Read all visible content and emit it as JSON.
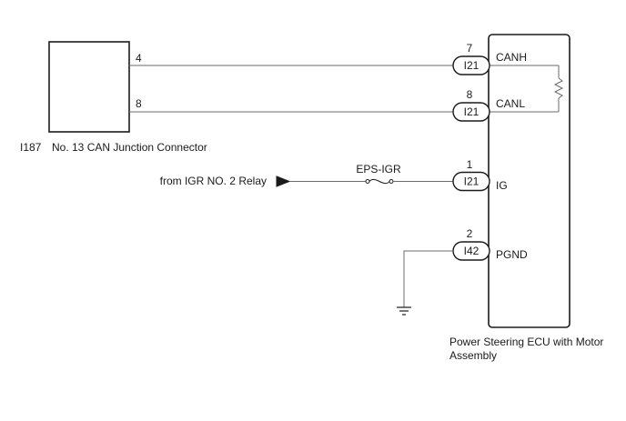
{
  "junction_connector": {
    "code": "I187",
    "name": "No. 13 CAN Junction Connector",
    "pins": [
      "4",
      "8"
    ]
  },
  "ecu": {
    "name_line1": "Power Steering ECU with Motor",
    "name_line2": "Assembly",
    "terminals": [
      {
        "pin": "7",
        "connector": "I21",
        "signal": "CANH"
      },
      {
        "pin": "8",
        "connector": "I21",
        "signal": "CANL"
      },
      {
        "pin": "1",
        "connector": "I21",
        "signal": "IG"
      },
      {
        "pin": "2",
        "connector": "I42",
        "signal": "PGND"
      }
    ]
  },
  "power_source": "from IGR NO. 2 Relay",
  "fuse": "EPS-IGR"
}
